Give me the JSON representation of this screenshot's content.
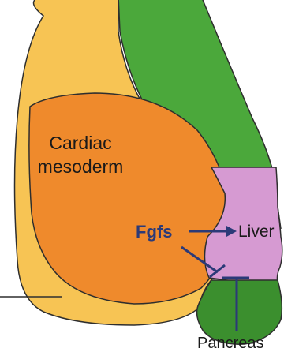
{
  "labels": {
    "cardiac_line1": "Cardiac",
    "cardiac_line2": "mesoderm",
    "fgfs": "Fgfs",
    "liver": "Liver",
    "pancreas": "Pancreas"
  },
  "colors": {
    "yellow_region": "#f7c454",
    "green_region": "#4ba83b",
    "orange_region": "#ef8a2c",
    "liver_region": "#d69ad2",
    "pancreas_region": "#3b8f2e",
    "outline": "#2e2e2e",
    "signal": "#2b3a78",
    "label_text": "#1a1a1a"
  }
}
